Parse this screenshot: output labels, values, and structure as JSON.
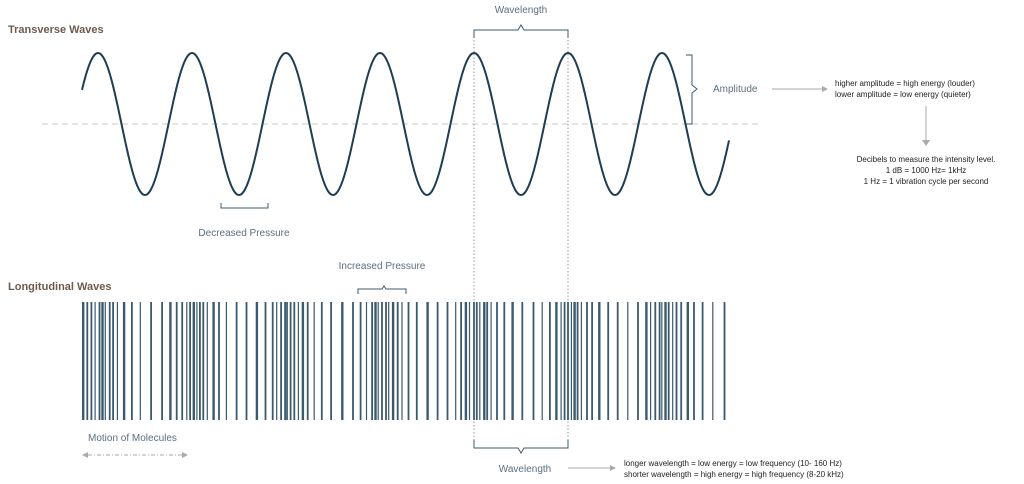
{
  "colors": {
    "wave": "#1f3d52",
    "bars": "#3c5a6e",
    "title": "#6e5a4e",
    "label": "#5c6f7e",
    "guide": "#aaaaaa",
    "bracket": "#3c5a6e"
  },
  "transverse": {
    "title": "Transverse Waves",
    "amplitude_label": "Amplitude",
    "decreased_pressure_label": "Decreased Pressure",
    "wavelength_label": "Wavelength",
    "amplitude_notes": [
      "higher amplitude = high energy (louder)",
      "lower amplitude = low energy (quieter)"
    ],
    "decibel_notes": [
      "Decibels to measure the intensity level.",
      "1 dB = 1000 Hz= 1kHz",
      "1 Hz = 1 vibration cycle per second"
    ]
  },
  "longitudinal": {
    "title": "Longitudinal Waves",
    "increased_pressure_label": "Increased Pressure",
    "motion_label": "Motion of Molecules",
    "wavelength_label": "Wavelength",
    "wavelength_notes": [
      "longer wavelength  = low energy = low frequency (10- 160 Hz)",
      "shorter wavelength = high energy = high frequency (8-20 kHz)"
    ]
  }
}
